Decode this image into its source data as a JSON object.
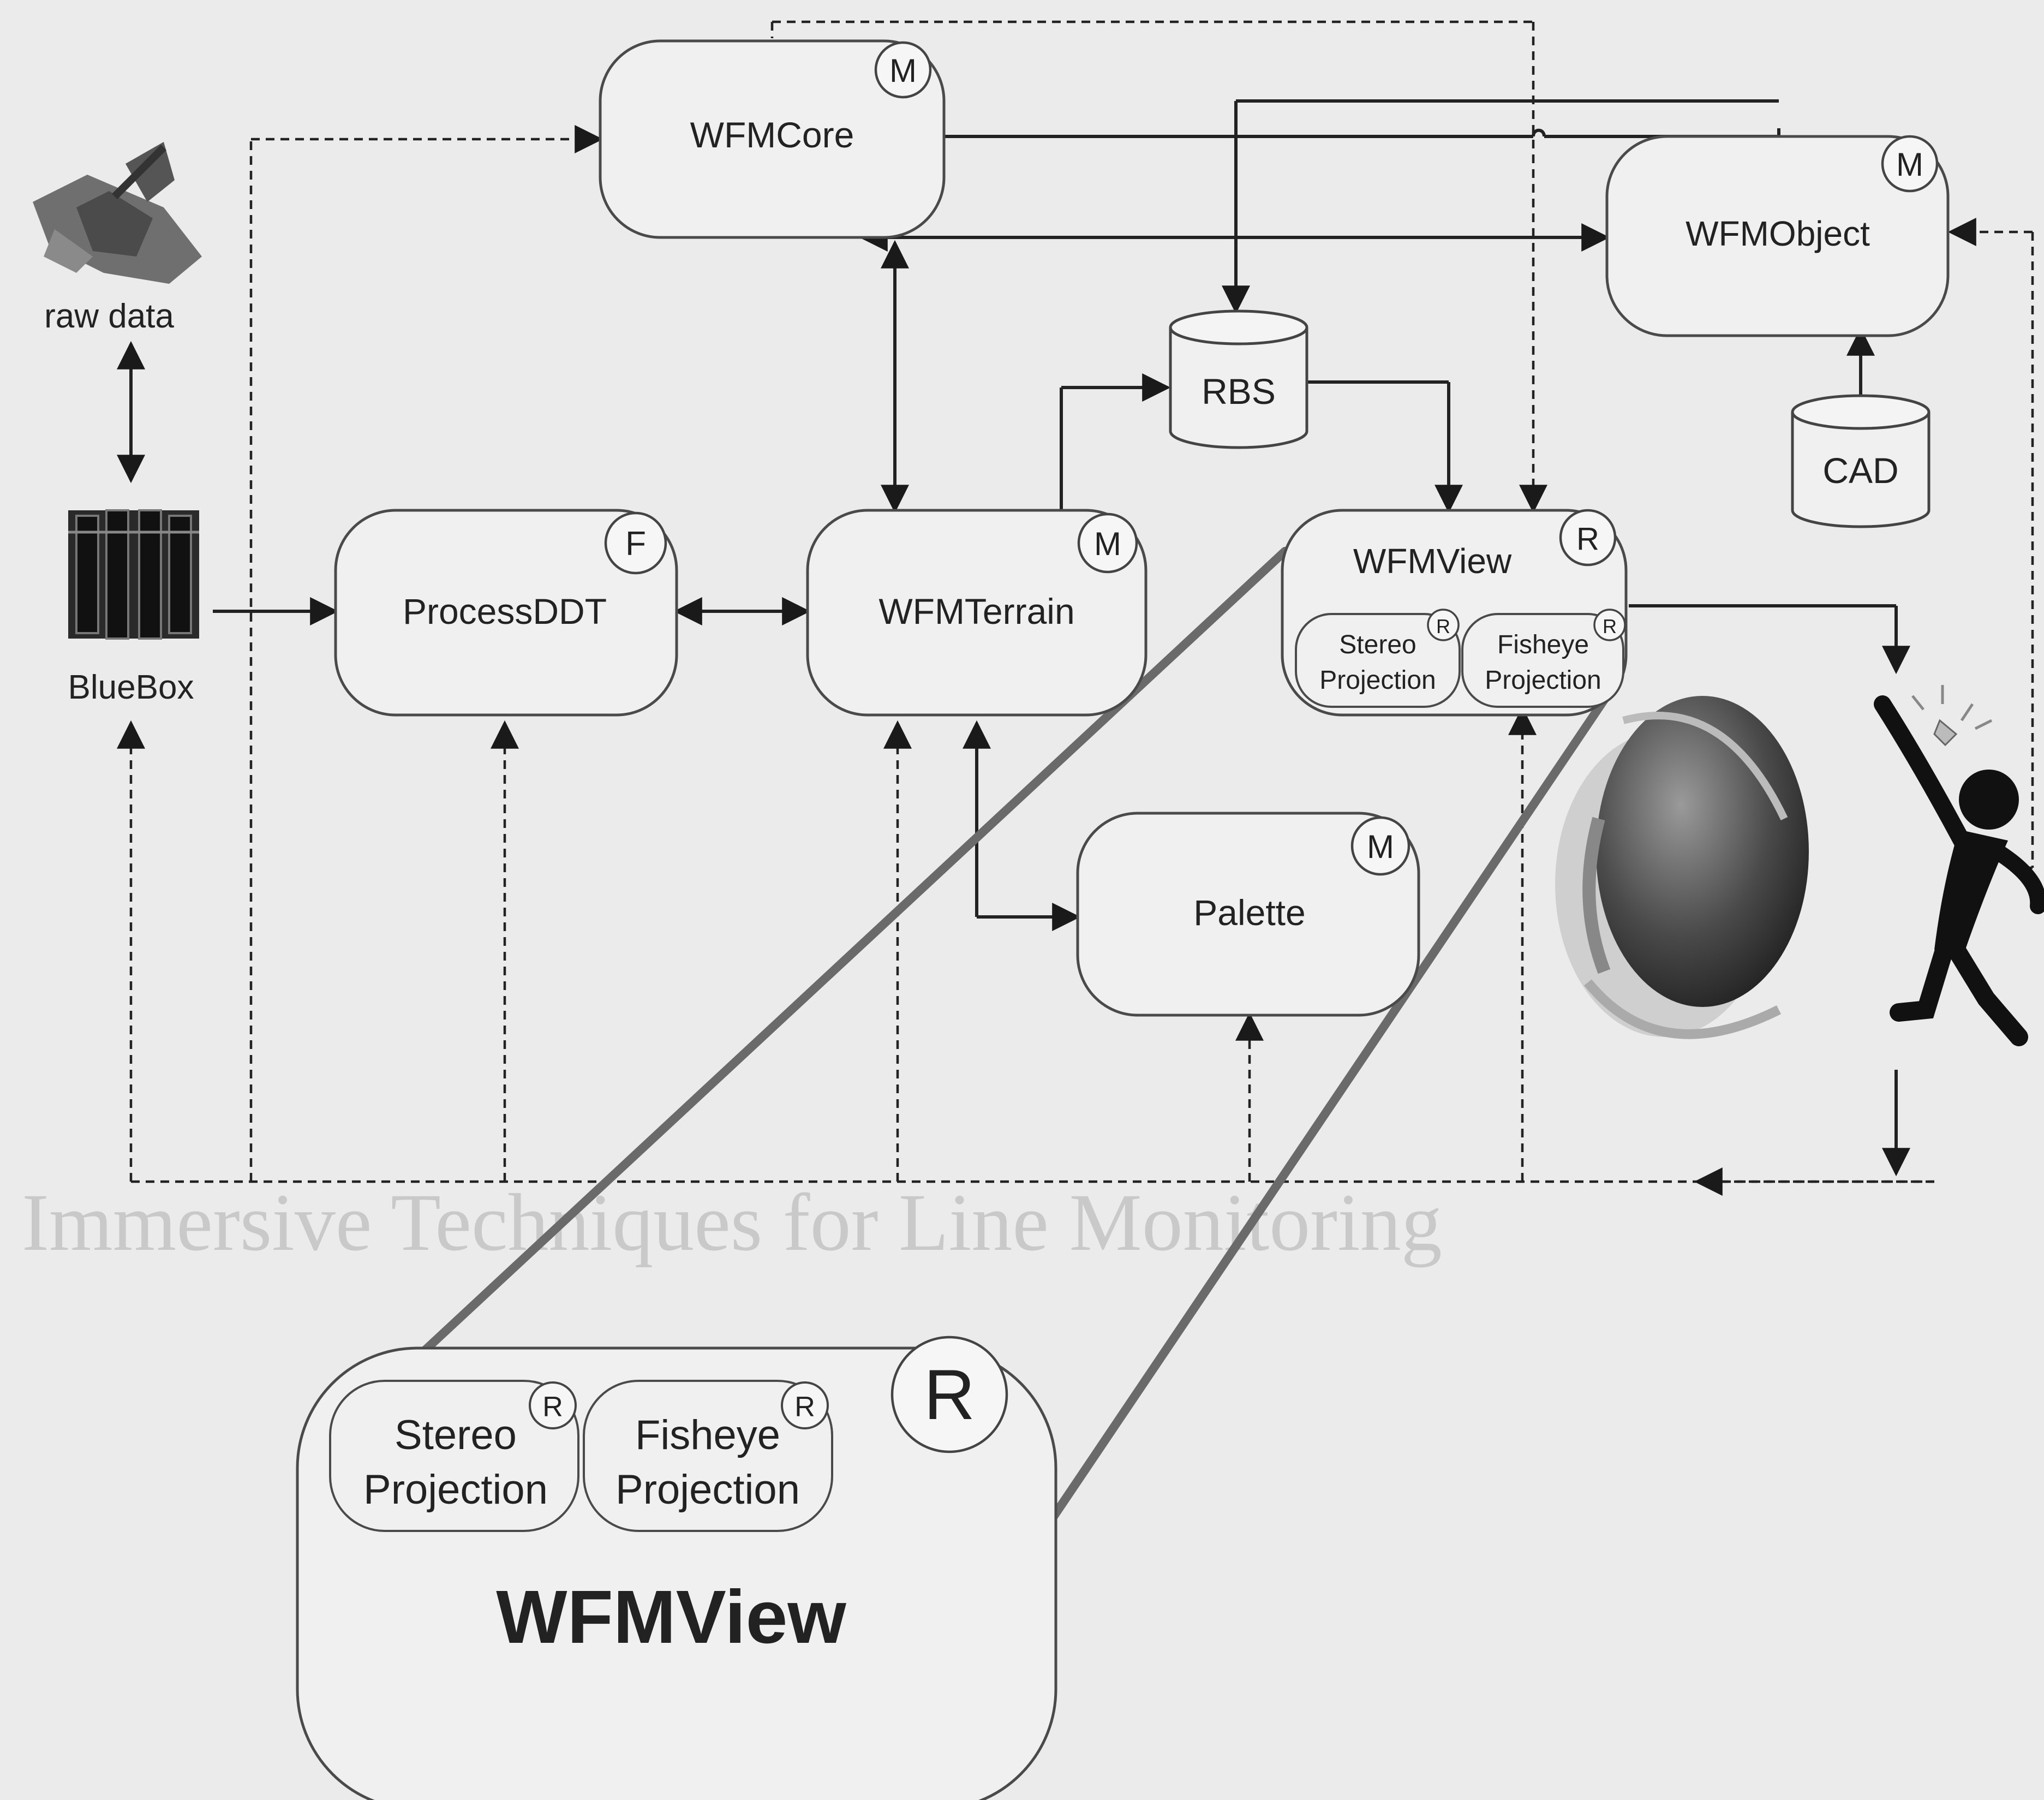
{
  "nodes": {
    "wfmcore": {
      "label": "WFMCore",
      "badge": "M"
    },
    "wfmobject": {
      "label": "WFMObject",
      "badge": "M"
    },
    "rbs": {
      "label": "RBS"
    },
    "cad": {
      "label": "CAD"
    },
    "processddt": {
      "label": "ProcessDDT",
      "badge": "F"
    },
    "wfmterrain": {
      "label": "WFMTerrain",
      "badge": "M"
    },
    "wfmview": {
      "label": "WFMView",
      "badge": "R",
      "stereo": {
        "line1": "Stereo",
        "line2": "Projection",
        "badge": "R"
      },
      "fisheye": {
        "line1": "Fisheye",
        "line2": "Projection",
        "badge": "R"
      }
    },
    "palette": {
      "label": "Palette",
      "badge": "M"
    },
    "bluebox": {
      "label": "BlueBox"
    },
    "rawdata": {
      "label": "raw data"
    }
  },
  "zoomed_view": {
    "label": "WFMView",
    "badge": "R",
    "stereo": {
      "line1": "Stereo",
      "line2": "Projection",
      "badge": "R"
    },
    "fisheye": {
      "line1": "Fisheye",
      "line2": "Projection",
      "badge": "R"
    }
  },
  "background_text": {
    "heading": "Immersive Techniques for Line Monitoring"
  },
  "colors": {
    "background": "#ebebeb",
    "node_fill": "#f0f0f0",
    "line": "#222222",
    "zoom_lines": "#6a6a6a"
  }
}
